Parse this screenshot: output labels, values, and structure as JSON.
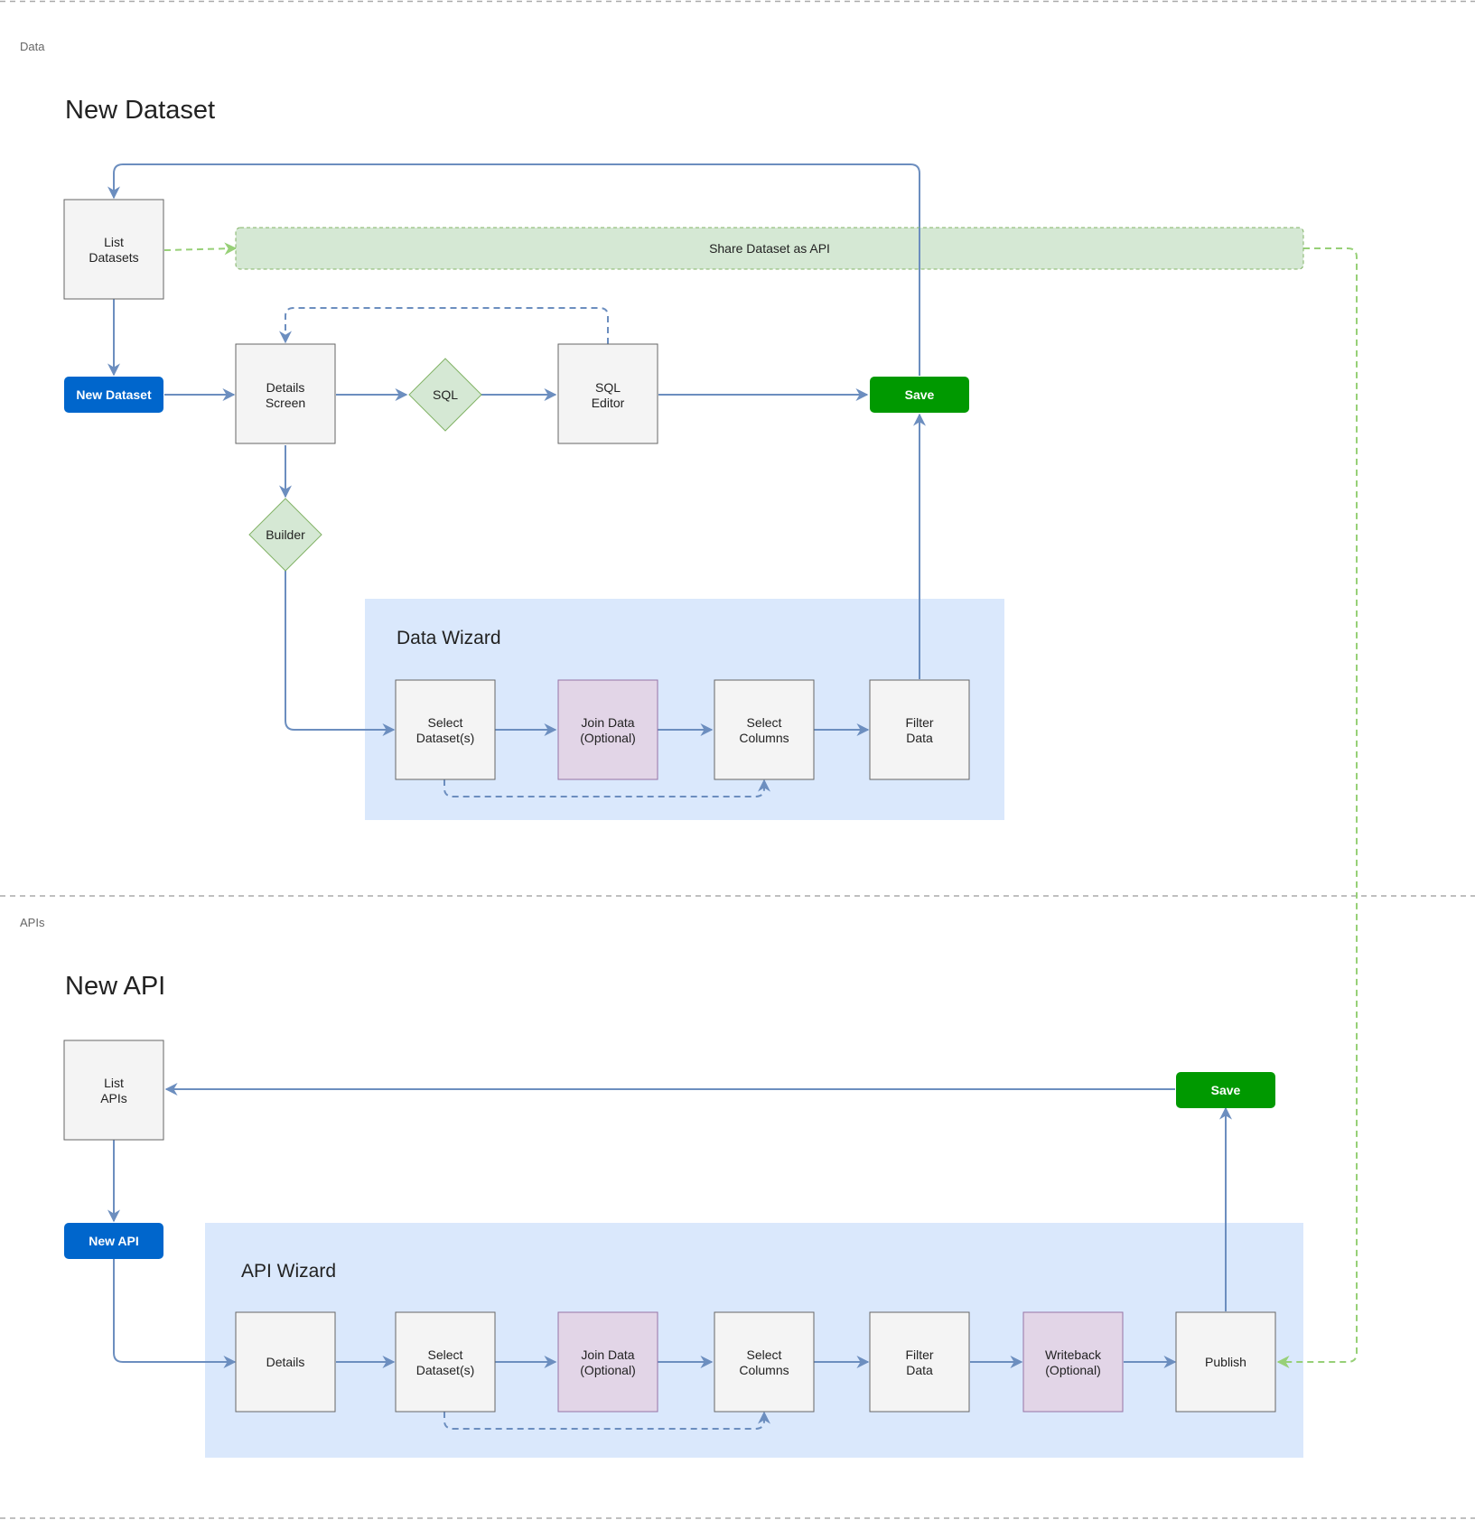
{
  "colors": {
    "box_fill": "#f4f4f4",
    "box_stroke": "#666666",
    "optional_fill": "#e2d5e7",
    "optional_stroke": "#9673a6",
    "decision_fill": "#d5e8d4",
    "decision_stroke": "#82b366",
    "blue_button": "#0066cc",
    "green_button": "#009900",
    "wizard_bg": "#dae8fc",
    "share_fill": "#d5e8d4",
    "share_stroke": "#82b366",
    "edge": "#6c8ebf",
    "dashed_green_edge": "#97d077",
    "lane_divider": "#aaaaaa"
  },
  "lanes": [
    {
      "id": "data",
      "label": "Data",
      "section_title": "New Dataset"
    },
    {
      "id": "apis",
      "label": "APIs",
      "section_title": "New API"
    }
  ],
  "containers": {
    "data_wizard": {
      "title": "Data Wizard"
    },
    "api_wizard": {
      "title": "API Wizard"
    }
  },
  "nodes": {
    "list_datasets": {
      "lines": [
        "List",
        "Datasets"
      ],
      "kind": "box",
      "icon": "page-icon"
    },
    "share_dataset_api": {
      "lines": [
        "Share Dataset as API"
      ],
      "kind": "share"
    },
    "new_dataset": {
      "lines": [
        "New Dataset"
      ],
      "kind": "blue-button"
    },
    "details_screen": {
      "lines": [
        "Details",
        "Screen"
      ],
      "kind": "box"
    },
    "sql_decision": {
      "lines": [
        "SQL"
      ],
      "kind": "decision"
    },
    "sql_editor": {
      "lines": [
        "SQL",
        "Editor"
      ],
      "kind": "box"
    },
    "save_dataset": {
      "lines": [
        "Save"
      ],
      "kind": "green-button"
    },
    "builder_decision": {
      "lines": [
        "Builder"
      ],
      "kind": "decision"
    },
    "dw_select_datasets": {
      "lines": [
        "Select",
        "Dataset(s)"
      ],
      "kind": "box"
    },
    "dw_join_data": {
      "lines": [
        "Join Data",
        "(Optional)"
      ],
      "kind": "optional"
    },
    "dw_select_columns": {
      "lines": [
        "Select",
        "Columns"
      ],
      "kind": "box"
    },
    "dw_filter_data": {
      "lines": [
        "Filter",
        "Data"
      ],
      "kind": "box"
    },
    "list_apis": {
      "lines": [
        "List",
        "APIs"
      ],
      "kind": "box"
    },
    "save_api": {
      "lines": [
        "Save"
      ],
      "kind": "green-button"
    },
    "new_api": {
      "lines": [
        "New API"
      ],
      "kind": "blue-button"
    },
    "aw_details": {
      "lines": [
        "Details"
      ],
      "kind": "box"
    },
    "aw_select_datasets": {
      "lines": [
        "Select",
        "Dataset(s)"
      ],
      "kind": "box"
    },
    "aw_join_data": {
      "lines": [
        "Join Data",
        "(Optional)"
      ],
      "kind": "optional"
    },
    "aw_select_columns": {
      "lines": [
        "Select",
        "Columns"
      ],
      "kind": "box"
    },
    "aw_filter_data": {
      "lines": [
        "Filter",
        "Data"
      ],
      "kind": "box"
    },
    "aw_writeback": {
      "lines": [
        "Writeback",
        "(Optional)"
      ],
      "kind": "optional"
    },
    "aw_publish": {
      "lines": [
        "Publish"
      ],
      "kind": "box"
    }
  },
  "edges": [
    {
      "from": "list_datasets",
      "to": "new_dataset",
      "style": "solid"
    },
    {
      "from": "list_datasets",
      "to": "share_dataset_api",
      "style": "dashed-green"
    },
    {
      "from": "share_dataset_api",
      "to": "aw_publish",
      "style": "dashed-green"
    },
    {
      "from": "new_dataset",
      "to": "details_screen",
      "style": "solid"
    },
    {
      "from": "details_screen",
      "to": "sql_decision",
      "style": "solid"
    },
    {
      "from": "sql_decision",
      "to": "sql_editor",
      "style": "solid"
    },
    {
      "from": "sql_editor",
      "to": "save_dataset",
      "style": "solid"
    },
    {
      "from": "sql_editor",
      "to": "details_screen",
      "style": "dashed"
    },
    {
      "from": "save_dataset",
      "to": "list_datasets",
      "style": "solid"
    },
    {
      "from": "details_screen",
      "to": "builder_decision",
      "style": "solid"
    },
    {
      "from": "builder_decision",
      "to": "dw_select_datasets",
      "style": "solid"
    },
    {
      "from": "dw_select_datasets",
      "to": "dw_join_data",
      "style": "solid"
    },
    {
      "from": "dw_join_data",
      "to": "dw_select_columns",
      "style": "solid"
    },
    {
      "from": "dw_select_columns",
      "to": "dw_filter_data",
      "style": "solid"
    },
    {
      "from": "dw_select_datasets",
      "to": "dw_select_columns",
      "style": "dashed"
    },
    {
      "from": "dw_filter_data",
      "to": "save_dataset",
      "style": "solid"
    },
    {
      "from": "list_apis",
      "to": "new_api",
      "style": "solid"
    },
    {
      "from": "new_api",
      "to": "aw_details",
      "style": "solid"
    },
    {
      "from": "aw_details",
      "to": "aw_select_datasets",
      "style": "solid"
    },
    {
      "from": "aw_select_datasets",
      "to": "aw_join_data",
      "style": "solid"
    },
    {
      "from": "aw_join_data",
      "to": "aw_select_columns",
      "style": "solid"
    },
    {
      "from": "aw_select_columns",
      "to": "aw_filter_data",
      "style": "solid"
    },
    {
      "from": "aw_filter_data",
      "to": "aw_writeback",
      "style": "solid"
    },
    {
      "from": "aw_writeback",
      "to": "aw_publish",
      "style": "solid"
    },
    {
      "from": "aw_select_datasets",
      "to": "aw_select_columns",
      "style": "dashed"
    },
    {
      "from": "aw_publish",
      "to": "save_api",
      "style": "solid"
    },
    {
      "from": "save_api",
      "to": "list_apis",
      "style": "solid"
    }
  ]
}
